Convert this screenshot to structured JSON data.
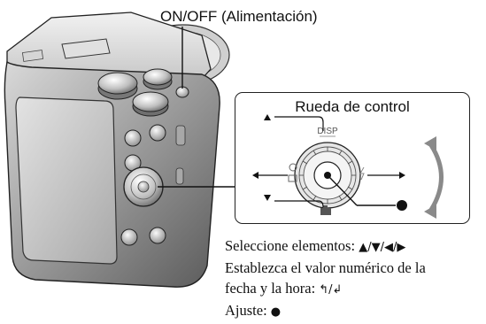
{
  "diagram": {
    "power_label": "ON/OFF (Alimentación)",
    "control_wheel_title": "Rueda de control",
    "disp_label": "DISP",
    "instructions": [
      {
        "text": "Seleccione elementos: ",
        "symbols": "▲/▼/◀/▶"
      },
      {
        "text": "Establezca el valor numérico de la",
        "symbols": ""
      },
      {
        "text": "fecha y la hora: ",
        "symbols": "↰/↲"
      },
      {
        "text": "Ajuste: ",
        "symbols": "●"
      }
    ]
  }
}
